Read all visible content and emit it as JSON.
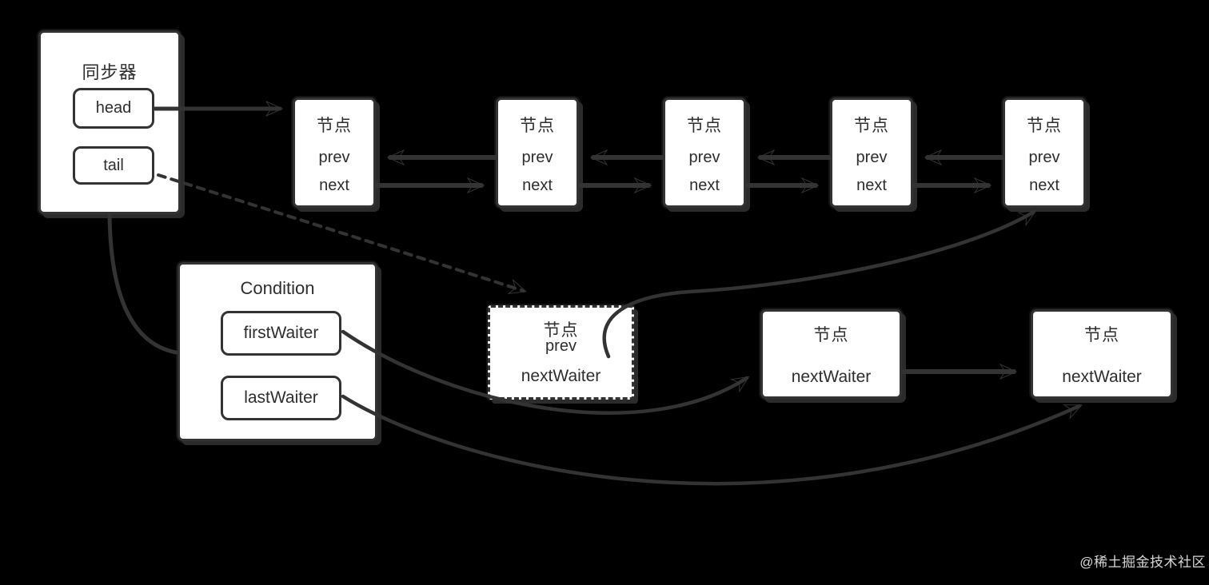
{
  "colors": {
    "background": "#000000",
    "box_fill": "#ffffff",
    "line": "#333333",
    "text": "#2e2e2e",
    "watermark_text": "#d6d6d6"
  },
  "synchronizer": {
    "title": "同步器",
    "head_label": "head",
    "tail_label": "tail"
  },
  "sync_queue_nodes": [
    {
      "title": "节点",
      "prev_label": "prev",
      "next_label": "next"
    },
    {
      "title": "节点",
      "prev_label": "prev",
      "next_label": "next"
    },
    {
      "title": "节点",
      "prev_label": "prev",
      "next_label": "next"
    },
    {
      "title": "节点",
      "prev_label": "prev",
      "next_label": "next"
    },
    {
      "title": "节点",
      "prev_label": "prev",
      "next_label": "next"
    }
  ],
  "condition": {
    "title": "Condition",
    "first_waiter_label": "firstWaiter",
    "last_waiter_label": "lastWaiter"
  },
  "transferred_node": {
    "title": "节点",
    "prev_label": "prev",
    "next_waiter_label": "nextWaiter",
    "border_style": "dashed"
  },
  "waiter_nodes": [
    {
      "title": "节点",
      "next_waiter_label": "nextWaiter"
    },
    {
      "title": "节点",
      "next_waiter_label": "nextWaiter"
    }
  ],
  "edges": [
    {
      "from": "synchronizer.head",
      "to": "sync_queue_nodes.0",
      "style": "solid-arrow"
    },
    {
      "from": "sync_queue_nodes.1.prev",
      "to": "sync_queue_nodes.0",
      "style": "solid-arrow"
    },
    {
      "from": "sync_queue_nodes.2.prev",
      "to": "sync_queue_nodes.1",
      "style": "solid-arrow"
    },
    {
      "from": "sync_queue_nodes.3.prev",
      "to": "sync_queue_nodes.2",
      "style": "solid-arrow"
    },
    {
      "from": "sync_queue_nodes.4.prev",
      "to": "sync_queue_nodes.3",
      "style": "solid-arrow"
    },
    {
      "from": "sync_queue_nodes.0.next",
      "to": "sync_queue_nodes.1",
      "style": "solid-arrow"
    },
    {
      "from": "sync_queue_nodes.1.next",
      "to": "sync_queue_nodes.2",
      "style": "solid-arrow"
    },
    {
      "from": "sync_queue_nodes.2.next",
      "to": "sync_queue_nodes.3",
      "style": "solid-arrow"
    },
    {
      "from": "sync_queue_nodes.3.next",
      "to": "sync_queue_nodes.4",
      "style": "solid-arrow"
    },
    {
      "from": "synchronizer.tail",
      "to": "transferred_node",
      "style": "dashed-arrow"
    },
    {
      "from": "synchronizer",
      "to": "condition",
      "style": "plain-line"
    },
    {
      "from": "transferred_node.prev",
      "to": "sync_queue_nodes.4",
      "style": "curved-arrow"
    },
    {
      "from": "condition.firstWaiter",
      "to": "waiter_nodes.0",
      "style": "curved-arrow"
    },
    {
      "from": "condition.lastWaiter",
      "to": "waiter_nodes.1",
      "style": "curved-arrow"
    },
    {
      "from": "waiter_nodes.0.nextWaiter",
      "to": "waiter_nodes.1",
      "style": "solid-arrow"
    }
  ],
  "watermark": "@稀土掘金技术社区"
}
